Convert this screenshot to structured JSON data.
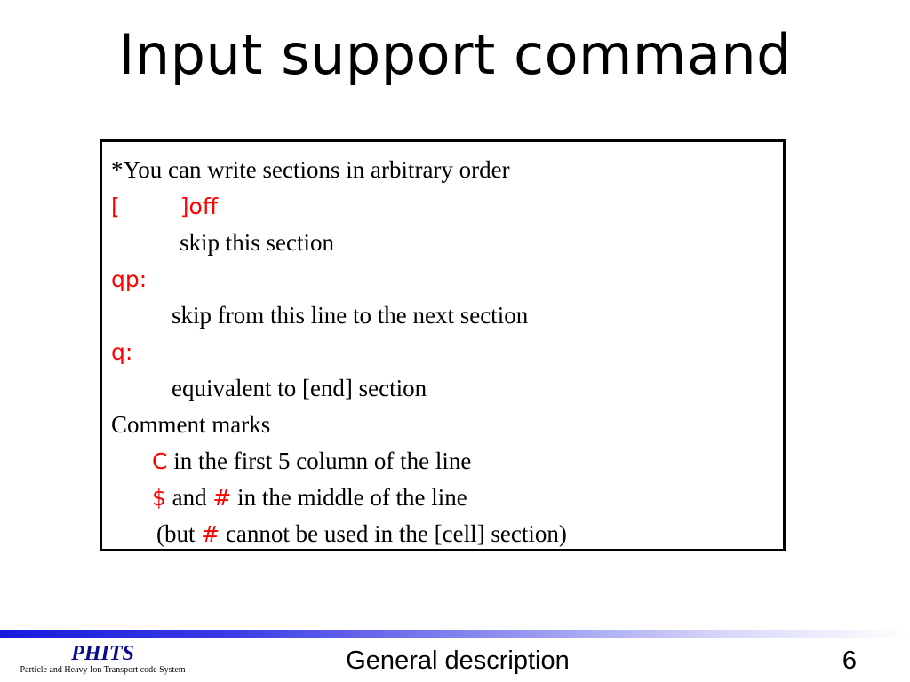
{
  "slide": {
    "title": "Input support command",
    "lines": {
      "intro": "*You can write sections in arbitrary order",
      "off_open": "[",
      "off_close": "]off",
      "off_desc": "skip this section",
      "qp_cmd": "qp:",
      "qp_desc": "skip from this line to the next section",
      "q_cmd": "q:",
      "q_desc": "equivalent to [end] section",
      "comment_heading": "Comment marks",
      "c_mark": "C",
      "c_desc": " in the first 5 column of the line",
      "dollar_mark": "$",
      "and_text": " and ",
      "hash_mark": "#",
      "middle_desc": " in the middle of the line",
      "but_open": "(but ",
      "but_hash": "#",
      "but_rest": " cannot be used in the [cell] section)"
    }
  },
  "footer": {
    "logo_title": "PHITS",
    "logo_subtitle": "Particle and Heavy Ion Transport code System",
    "center_text": "General description",
    "page_number": "6"
  },
  "colors": {
    "accent_red": "#ff0000",
    "logo_blue": "#0a0a8c",
    "bar_blue": "#1a1adc"
  }
}
